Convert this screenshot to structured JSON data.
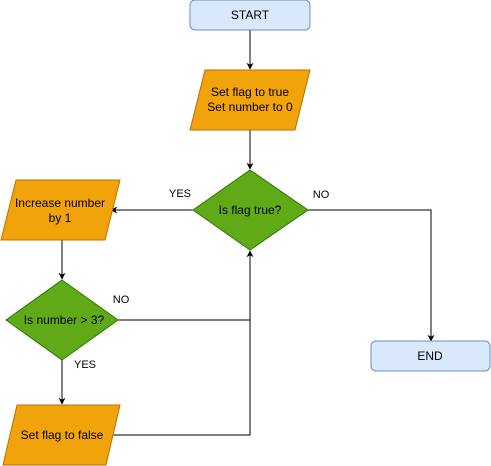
{
  "colors": {
    "terminator_fill": "#dae8fc",
    "terminator_stroke": "#6c8ebf",
    "process_fill": "#f0a30a",
    "process_stroke": "#bd7000",
    "decision_fill": "#60a917",
    "decision_stroke": "#2d7600",
    "line": "#000000"
  },
  "nodes": {
    "start": {
      "shape": "terminator",
      "lines": [
        "START"
      ]
    },
    "init": {
      "shape": "parallelogram",
      "lines": [
        "Set flag to true",
        "Set number to 0"
      ]
    },
    "flag_check": {
      "shape": "diamond",
      "lines": [
        "Is flag true?"
      ]
    },
    "increase": {
      "shape": "parallelogram",
      "lines": [
        "Increase number",
        "by 1"
      ]
    },
    "number_check": {
      "shape": "diamond",
      "lines": [
        "Is number > 3?"
      ]
    },
    "set_false": {
      "shape": "parallelogram",
      "lines": [
        "Set flag to false"
      ]
    },
    "end": {
      "shape": "terminator",
      "lines": [
        "END"
      ]
    }
  },
  "edges": [
    {
      "from": "start",
      "to": "init",
      "label": ""
    },
    {
      "from": "init",
      "to": "flag_check",
      "label": ""
    },
    {
      "from": "flag_check",
      "to": "increase",
      "label": "YES"
    },
    {
      "from": "flag_check",
      "to": "end",
      "label": "NO"
    },
    {
      "from": "increase",
      "to": "number_check",
      "label": ""
    },
    {
      "from": "number_check",
      "to": "set_false",
      "label": "YES"
    },
    {
      "from": "number_check",
      "to": "flag_check",
      "label": "NO"
    },
    {
      "from": "set_false",
      "to": "flag_check",
      "label": ""
    }
  ]
}
